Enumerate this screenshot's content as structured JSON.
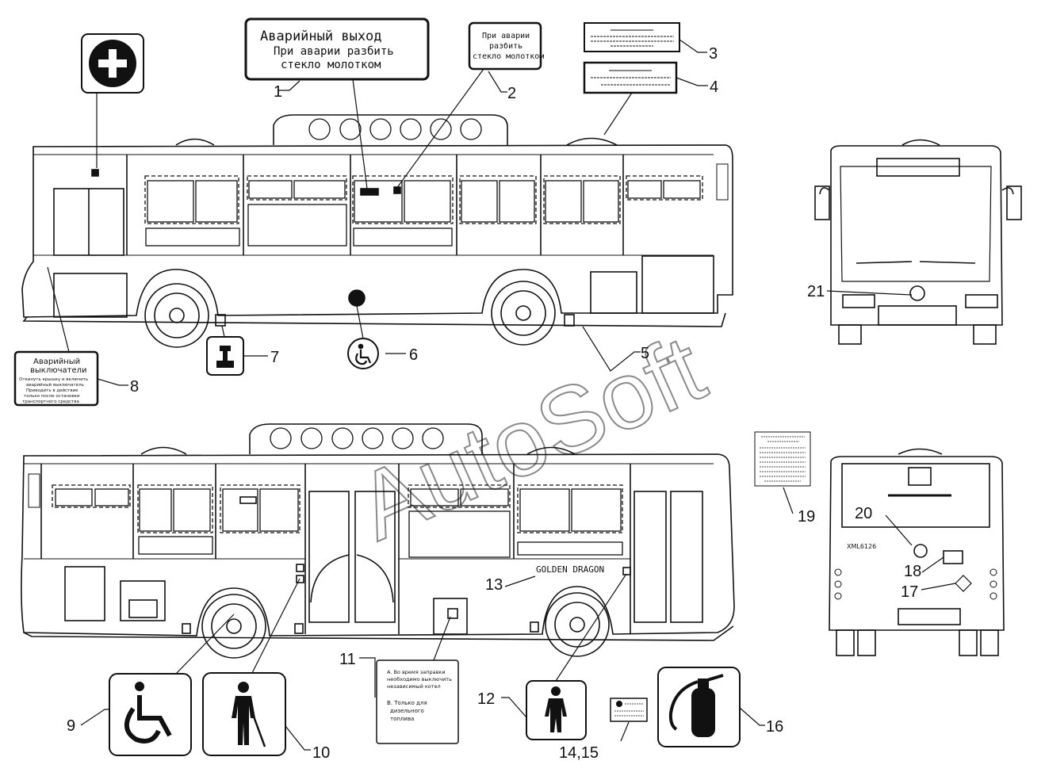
{
  "watermark": "AutoSoft",
  "callouts": [
    "1",
    "2",
    "3",
    "4",
    "5",
    "6",
    "7",
    "8",
    "9",
    "10",
    "11",
    "12",
    "13",
    "14,15",
    "16",
    "17",
    "18",
    "19",
    "20",
    "21"
  ],
  "signs": {
    "emergency_exit_large": {
      "line1": "Аварийный выход",
      "line2": "При аварии разбить",
      "line3": "стекло молотком"
    },
    "emergency_exit_small": {
      "line1": "При аварии",
      "line2": "разбить",
      "line3": "стекло молотком"
    },
    "emergency_switches": {
      "title1": "Аварийный",
      "title2": "выключатели",
      "body1": "Откинуть крышку и включить",
      "body2": "аварийный выключатель",
      "body3": "Приводить в действие",
      "body4": "только после остановки",
      "body5": "транспортного средства"
    },
    "refuel": {
      "a1": "A. Во время заправки",
      "a2": "необходимо выключить",
      "a3": "независимый котел",
      "b1": "B. Только для",
      "b2": "дизельного",
      "b3": "топлива"
    },
    "brand": "GOLDEN DRAGON"
  },
  "icons": [
    "first-aid-icon",
    "hammer-icon",
    "wheelchair-icon",
    "person-with-cane-icon",
    "child-icon",
    "fire-extinguisher-icon",
    "manufacturer-logo-icon"
  ]
}
